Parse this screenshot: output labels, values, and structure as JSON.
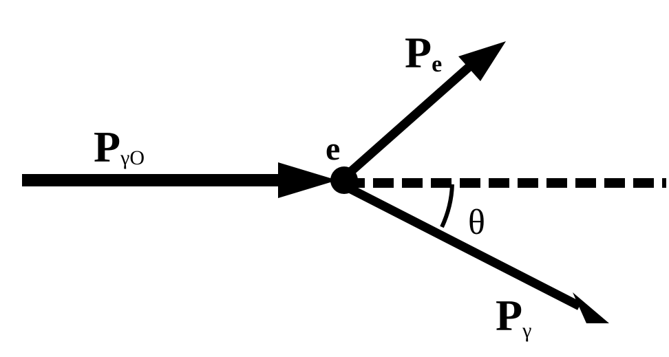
{
  "labels": {
    "incident_photon": {
      "main": "P",
      "sub": "γO"
    },
    "electron": "e",
    "electron_momentum": {
      "main": "P",
      "sub": "e"
    },
    "scattered_photon": {
      "main": "P",
      "sub": "γ"
    },
    "angle": "θ"
  },
  "colors": {
    "ink": "#000000",
    "background": "#ffffff"
  }
}
